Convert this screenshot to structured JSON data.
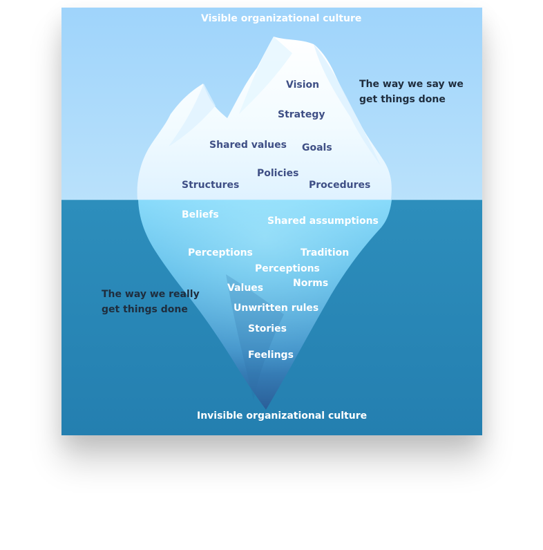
{
  "diagram": {
    "top_title": "Visible organizational culture",
    "bottom_title": "Invisible organizational culture",
    "right_note_line1": "The way we say we",
    "right_note_line2": "get things done",
    "left_note_line1": "The way we really",
    "left_note_line2": "get things done",
    "above_water_labels": [
      "Vision",
      "Strategy",
      "Shared values",
      "Goals",
      "Policies",
      "Structures",
      "Procedures"
    ],
    "below_water_labels": [
      "Beliefs",
      "Shared assumptions",
      "Perceptions",
      "Tradition",
      "Perceptions",
      "Norms",
      "Values",
      "Unwritten rules",
      "Stories",
      "Feelings"
    ],
    "colors": {
      "sky": "#a7d7f9",
      "water": "#2f8ab6",
      "ice": "#eef8ff",
      "iceShadow": "#c8e7fb",
      "submerged": "#60c1ec",
      "deepIce": "#2f5f99",
      "aboveText": "#3f4f85",
      "belowText": "#ffffff"
    }
  }
}
